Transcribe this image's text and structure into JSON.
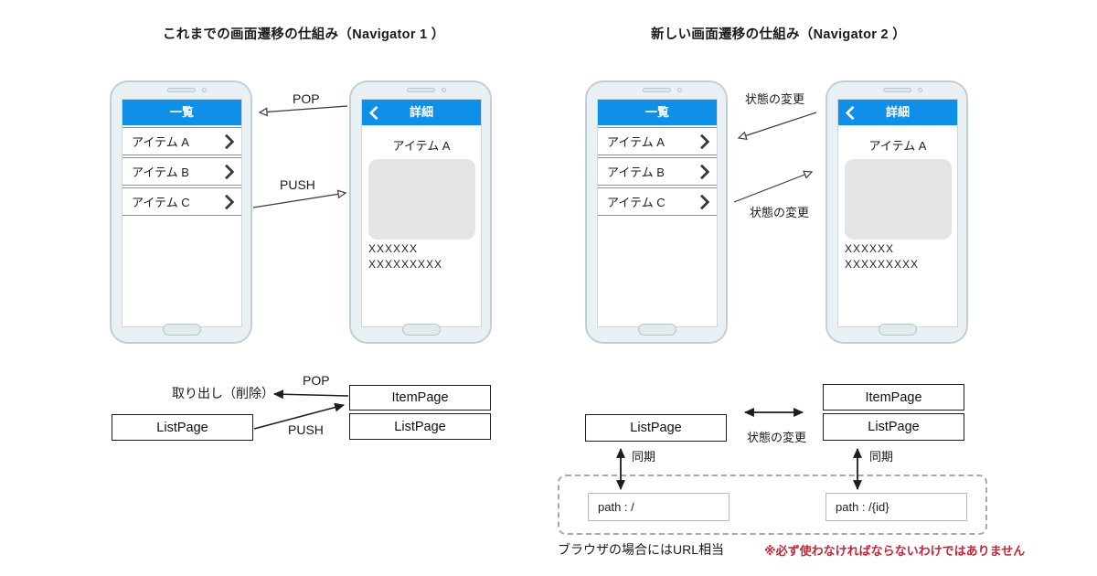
{
  "titles": {
    "left": "これまでの画面遷移の仕組み（Navigator 1 ）",
    "right": "新しい画面遷移の仕組み（Navigator 2 ）"
  },
  "colors": {
    "appbar_blue": "#0e90e9",
    "warning_red": "#c2273a",
    "phone_body": "#eaf1f5",
    "placeholder_gray": "#e3e4e5"
  },
  "icons": {
    "list_row_chevron": "chevron-right-icon",
    "detail_back": "chevron-left-icon",
    "speaker": "speaker-slot",
    "camera": "front-camera",
    "home": "home-button"
  },
  "phones": {
    "list": {
      "header": "一覧",
      "items": [
        {
          "label": "アイテム A"
        },
        {
          "label": "アイテム B"
        },
        {
          "label": "アイテム C"
        }
      ]
    },
    "detail": {
      "header": "詳細",
      "item_title": "アイテム A",
      "body_line1": "XXXXXX",
      "body_line2": "XXXXXXXXX"
    }
  },
  "left_diagram": {
    "pop_top": "POP",
    "push_top": "PUSH",
    "remove_label": "取り出し（削除）",
    "pop_bottom": "POP",
    "push_bottom": "PUSH",
    "list_page_box": "ListPage",
    "stack": {
      "item_page": "ItemPage",
      "list_page": "ListPage"
    }
  },
  "right_diagram": {
    "state_change_top": "状態の変更",
    "state_change_bottom": "状態の変更",
    "state_change_mid": "状態の変更",
    "sync_left": "同期",
    "sync_right": "同期",
    "list_page_box": "ListPage",
    "stack": {
      "item_page": "ItemPage",
      "list_page": "ListPage"
    },
    "path_left": "path : /",
    "path_right": "path : /{id}",
    "footer_note": "ブラウザの場合にはURL相当",
    "footer_warning": "※必ず使わなければならないわけではありません"
  }
}
